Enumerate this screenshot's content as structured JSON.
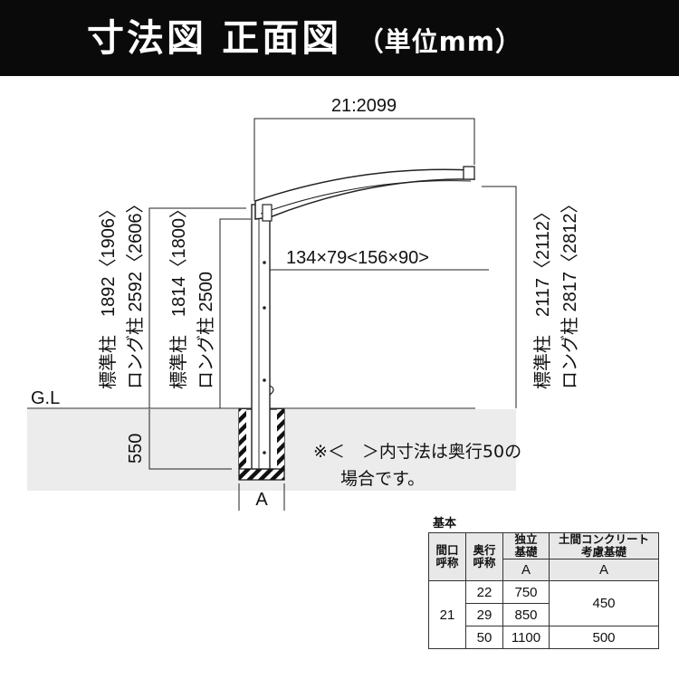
{
  "header": {
    "title": "寸法図 正面図",
    "unit": "（単位mm）"
  },
  "drawing": {
    "width_label": "21:2099",
    "left_height_std": "標準柱　1892〈1906〉",
    "left_height_long": "ロング柱 2592〈2606〉",
    "mid_height_std": "標準柱　1814〈1800〉",
    "mid_height_long": "ロング柱 2500",
    "right_height_std": "標準柱　2117〈2112〉",
    "right_height_long": "ロング柱 2817〈2812〉",
    "beam_size": "134×79<156×90>",
    "ground_label": "G.L",
    "foundation_depth": "550",
    "foundation_width": "A",
    "note_line1": "※＜　＞内寸法は奥行50の",
    "note_line2": "場合です。"
  },
  "table": {
    "title": "基本",
    "col_span_label": "間口\n呼称",
    "col_depth_label": "奥行\n呼称",
    "col_independent": "独立\n基礎",
    "col_concrete": "土間コンクリート\n考慮基礎",
    "sub_independent": "A",
    "sub_concrete": "A",
    "span": "21",
    "rows": [
      {
        "depth": "22",
        "independent": "750",
        "concrete": "450"
      },
      {
        "depth": "29",
        "independent": "850"
      },
      {
        "depth": "50",
        "independent": "1100",
        "concrete": "500"
      }
    ]
  }
}
